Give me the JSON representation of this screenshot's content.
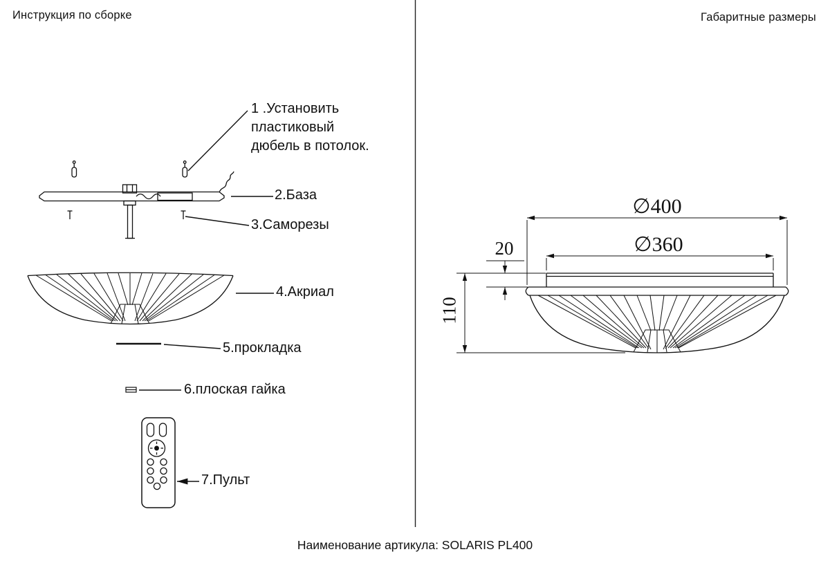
{
  "titles": {
    "left": "Инструкция по сборке",
    "right": "Габаритные размеры"
  },
  "assembly_steps": {
    "step1_line1": "1 .Установить",
    "step1_line2": "пластиковый",
    "step1_line3": "дюбель в потолок.",
    "step2": "2.База",
    "step3": "3.Саморезы",
    "step4": "4.Акриал",
    "step5": "5.прокладка",
    "step6": "6.плоская гайка",
    "step7": "7.Пульт"
  },
  "dimension_labels": {
    "outer_diameter": "∅400",
    "inner_diameter": "∅360",
    "base_height": "20",
    "total_height": "110"
  },
  "footer": {
    "article_name": "Наименование артикула: SOLARIS PL400"
  },
  "drawing": {
    "stroke_color": "#111111",
    "background_color": "#ffffff"
  }
}
